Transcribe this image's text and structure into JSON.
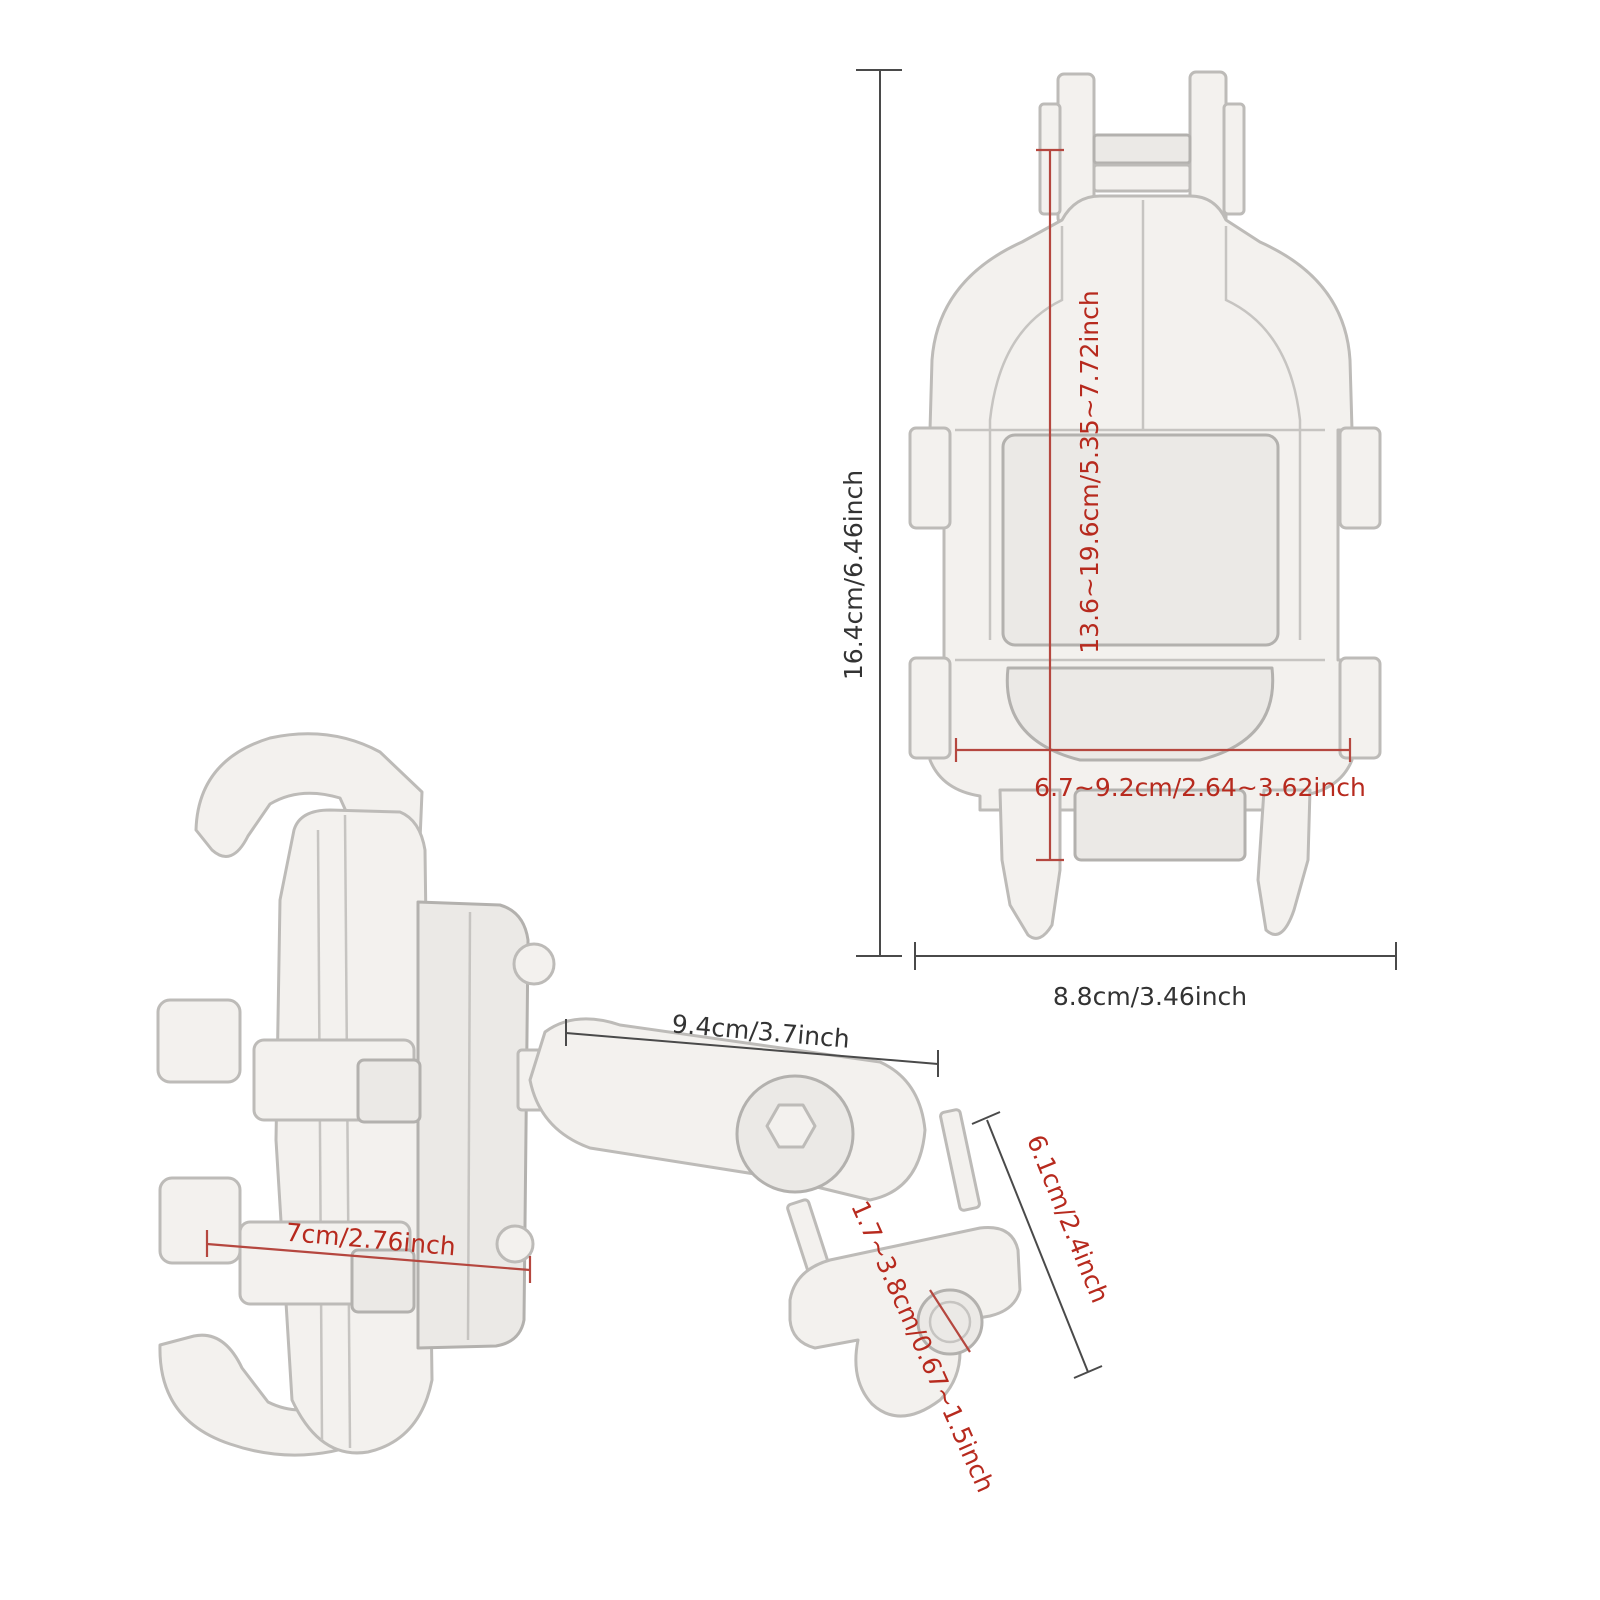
{
  "colors": {
    "dimension_text_red": "#b72a1e",
    "dimension_text_dark": "#333333",
    "dimension_line_red": "#b5473f",
    "part_fill": "#f3f1ee",
    "part_outline": "#bdbbb8"
  },
  "front_view": {
    "overall_height": "16.4cm/6.46inch",
    "clamp_height_range": "13.6~19.6cm/5.35~7.72inch",
    "clamp_width_range": "6.7~9.2cm/2.64~3.62inch",
    "overall_width": "8.8cm/3.46inch"
  },
  "side_view": {
    "arm_length": "9.4cm/3.7inch",
    "holder_depth": "7cm/2.76inch",
    "clamp_height": "6.1cm/2.4inch",
    "bar_diameter_range": "1.7~3.8cm/0.67~1.5inch"
  }
}
